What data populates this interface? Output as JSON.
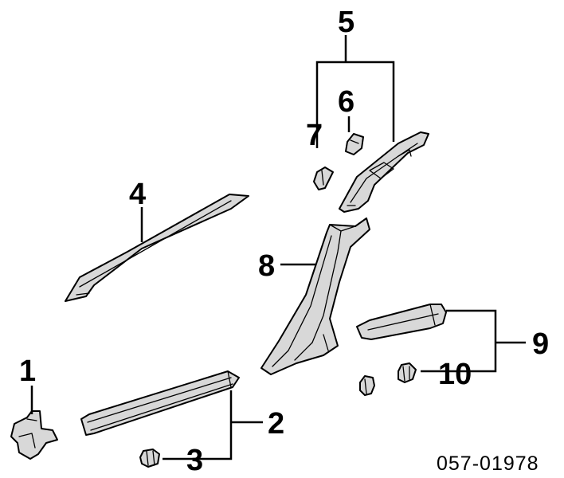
{
  "callouts": {
    "c1": "1",
    "c2": "2",
    "c3": "3",
    "c4": "4",
    "c5": "5",
    "c6": "6",
    "c7": "7",
    "c8": "8",
    "c9": "9",
    "c10": "10"
  },
  "diagram_number": "057-01978"
}
